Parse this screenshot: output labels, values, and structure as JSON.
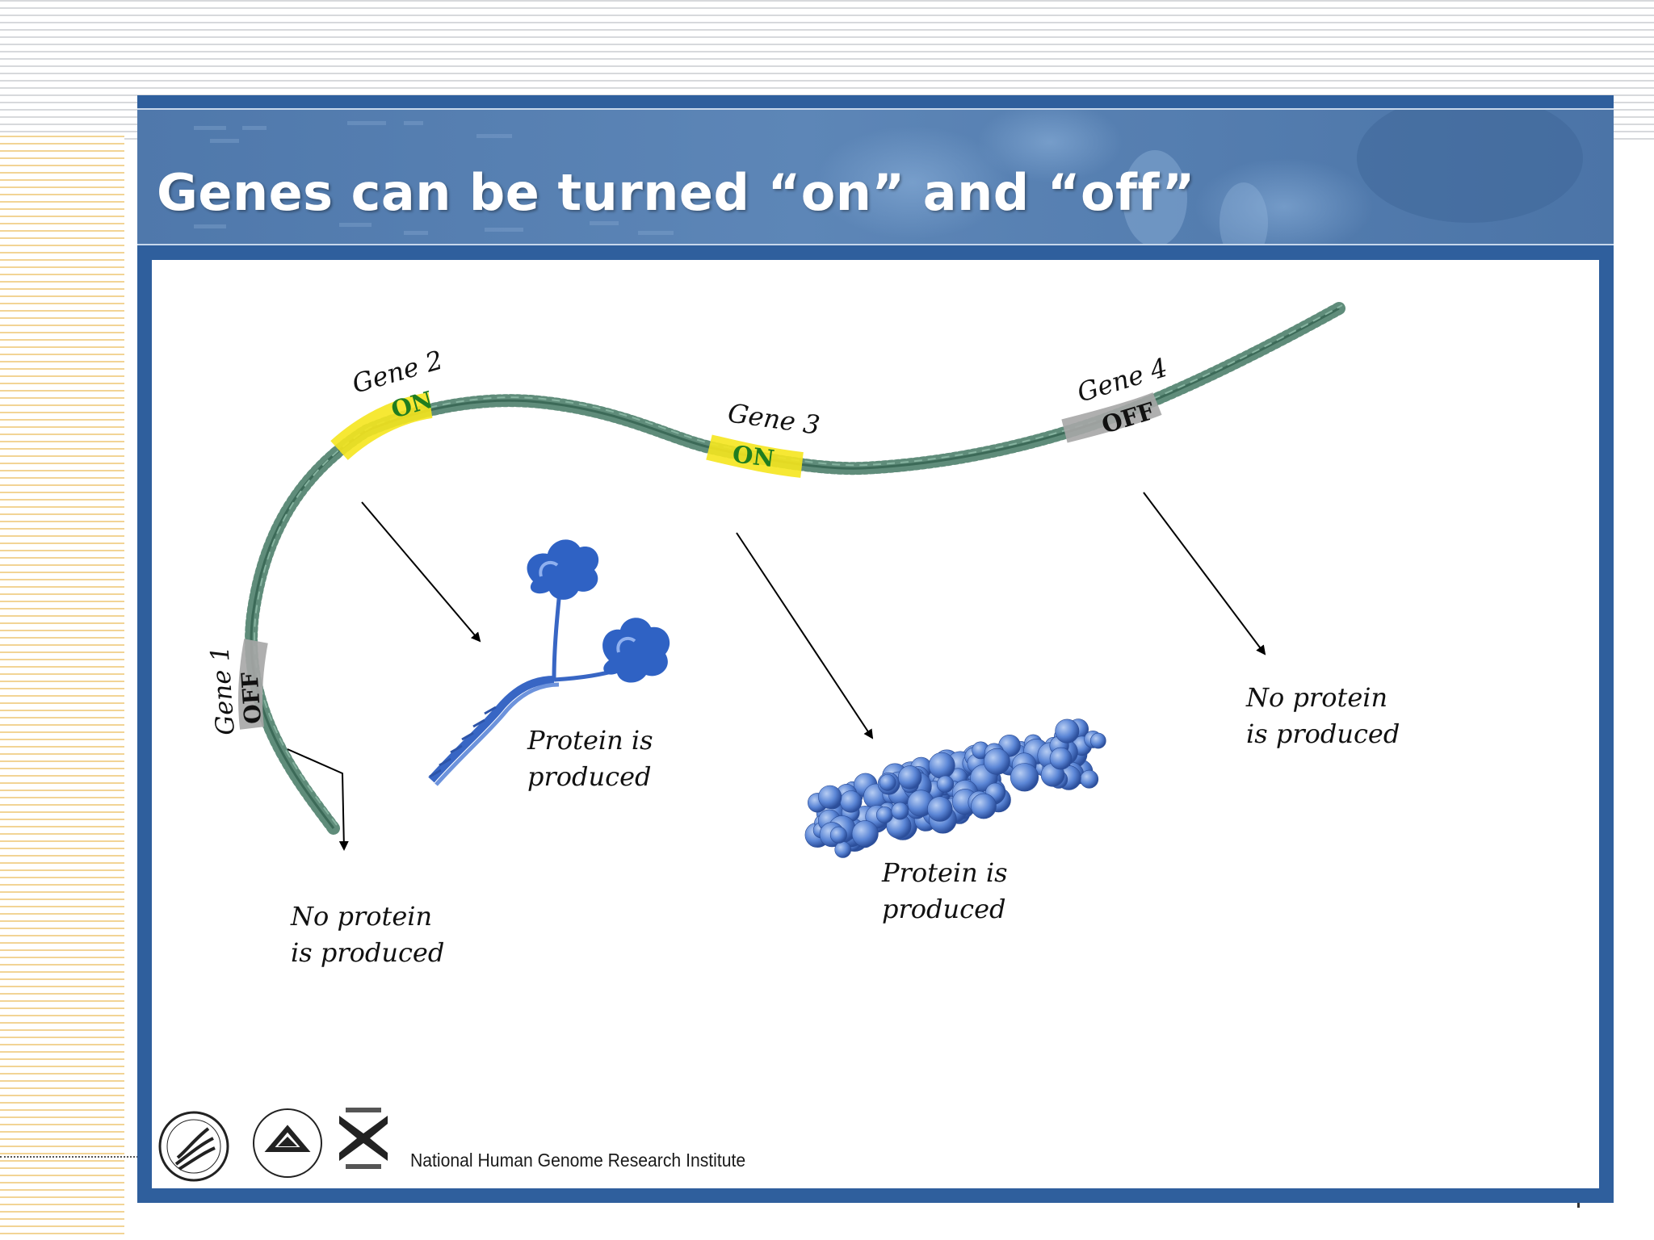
{
  "slide": {
    "title": "Genes can be turned “on” and “off”",
    "colors": {
      "frame": "#2f5f9d",
      "header": "#5580b2",
      "gene_on": "#f5e61e",
      "gene_off": "#a6a6a6",
      "on_text": "#1f7d1f",
      "off_text": "#111111",
      "protein": "#2f62c4"
    }
  },
  "genes": [
    {
      "name": "Gene 1",
      "state": "OFF",
      "result_line1": "No protein",
      "result_line2": "is produced"
    },
    {
      "name": "Gene 2",
      "state": "ON",
      "result_line1": "Protein is",
      "result_line2": "produced"
    },
    {
      "name": "Gene 3",
      "state": "ON",
      "result_line1": "Protein is",
      "result_line2": "produced"
    },
    {
      "name": "Gene 4",
      "state": "OFF",
      "result_line1": "No protein",
      "result_line2": "is produced"
    }
  ],
  "footer": {
    "institute": "National Human Genome Research Institute",
    "logos": [
      "hhs-eagle-seal",
      "nih-seal",
      "nhgri-logo"
    ]
  }
}
